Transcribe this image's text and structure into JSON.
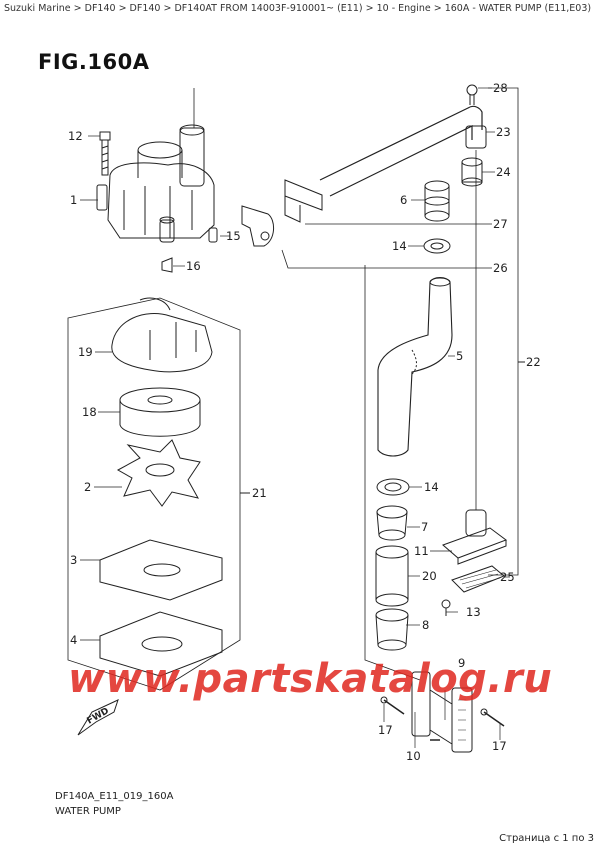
{
  "breadcrumb": "Suzuki Marine > DF140 > DF140 > DF140AT FROM 14003F-910001~ (E11) > 10 - Engine > 160A - WATER PUMP (E11,E03)",
  "figure_title": "FIG.160A",
  "footer": {
    "code": "DF140A_E11_019_160A",
    "title": "WATER PUMP"
  },
  "page_info": "Страница с 1 по 3",
  "watermark": "www.partskatalog.ru",
  "direction_label": "FWD",
  "callouts": {
    "c1": "1",
    "c2": "2",
    "c3": "3",
    "c4": "4",
    "c5": "5",
    "c6": "6",
    "c7": "7",
    "c8": "8",
    "c9": "9",
    "c10": "10",
    "c11": "11",
    "c12": "12",
    "c13": "13",
    "c14a": "14",
    "c14b": "14",
    "c15": "15",
    "c16": "16",
    "c17a": "17",
    "c17b": "17",
    "c18": "18",
    "c19": "19",
    "c20": "20",
    "c21": "21",
    "c22": "22",
    "c23": "23",
    "c24": "24",
    "c25": "25",
    "c26": "26",
    "c27": "27",
    "c28": "28"
  },
  "colors": {
    "line": "#222222",
    "watermark": "#e0271f"
  }
}
